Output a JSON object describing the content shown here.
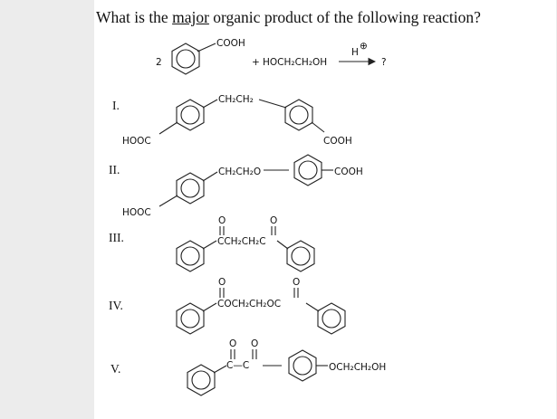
{
  "question": {
    "before": "What is the ",
    "emphasis": "major",
    "after": " organic product of the following reaction?"
  },
  "reaction": {
    "coefficient": "2",
    "reactant1_group": "COOH",
    "plus": "+",
    "reactant2": "HOCH₂CH₂OH",
    "catalyst": "H",
    "catalyst_charge": "⊕",
    "product": "?"
  },
  "options": [
    {
      "numeral": "I.",
      "bridge": "CH₂CH₂",
      "left_group": "HOOC",
      "right_group": "COOH"
    },
    {
      "numeral": "II.",
      "bridge": "CH₂CH₂O",
      "left_group": "HOOC",
      "right_group": "COOH"
    },
    {
      "numeral": "III.",
      "bridge": "CCH₂CH₂C",
      "carbonyl": "O"
    },
    {
      "numeral": "IV.",
      "bridge": "COCH₂CH₂OC",
      "carbonyl": "O"
    },
    {
      "numeral": "V.",
      "bridge": "C—C",
      "carbonyl": "O",
      "right_group": "OCH₂CH₂OH"
    }
  ]
}
